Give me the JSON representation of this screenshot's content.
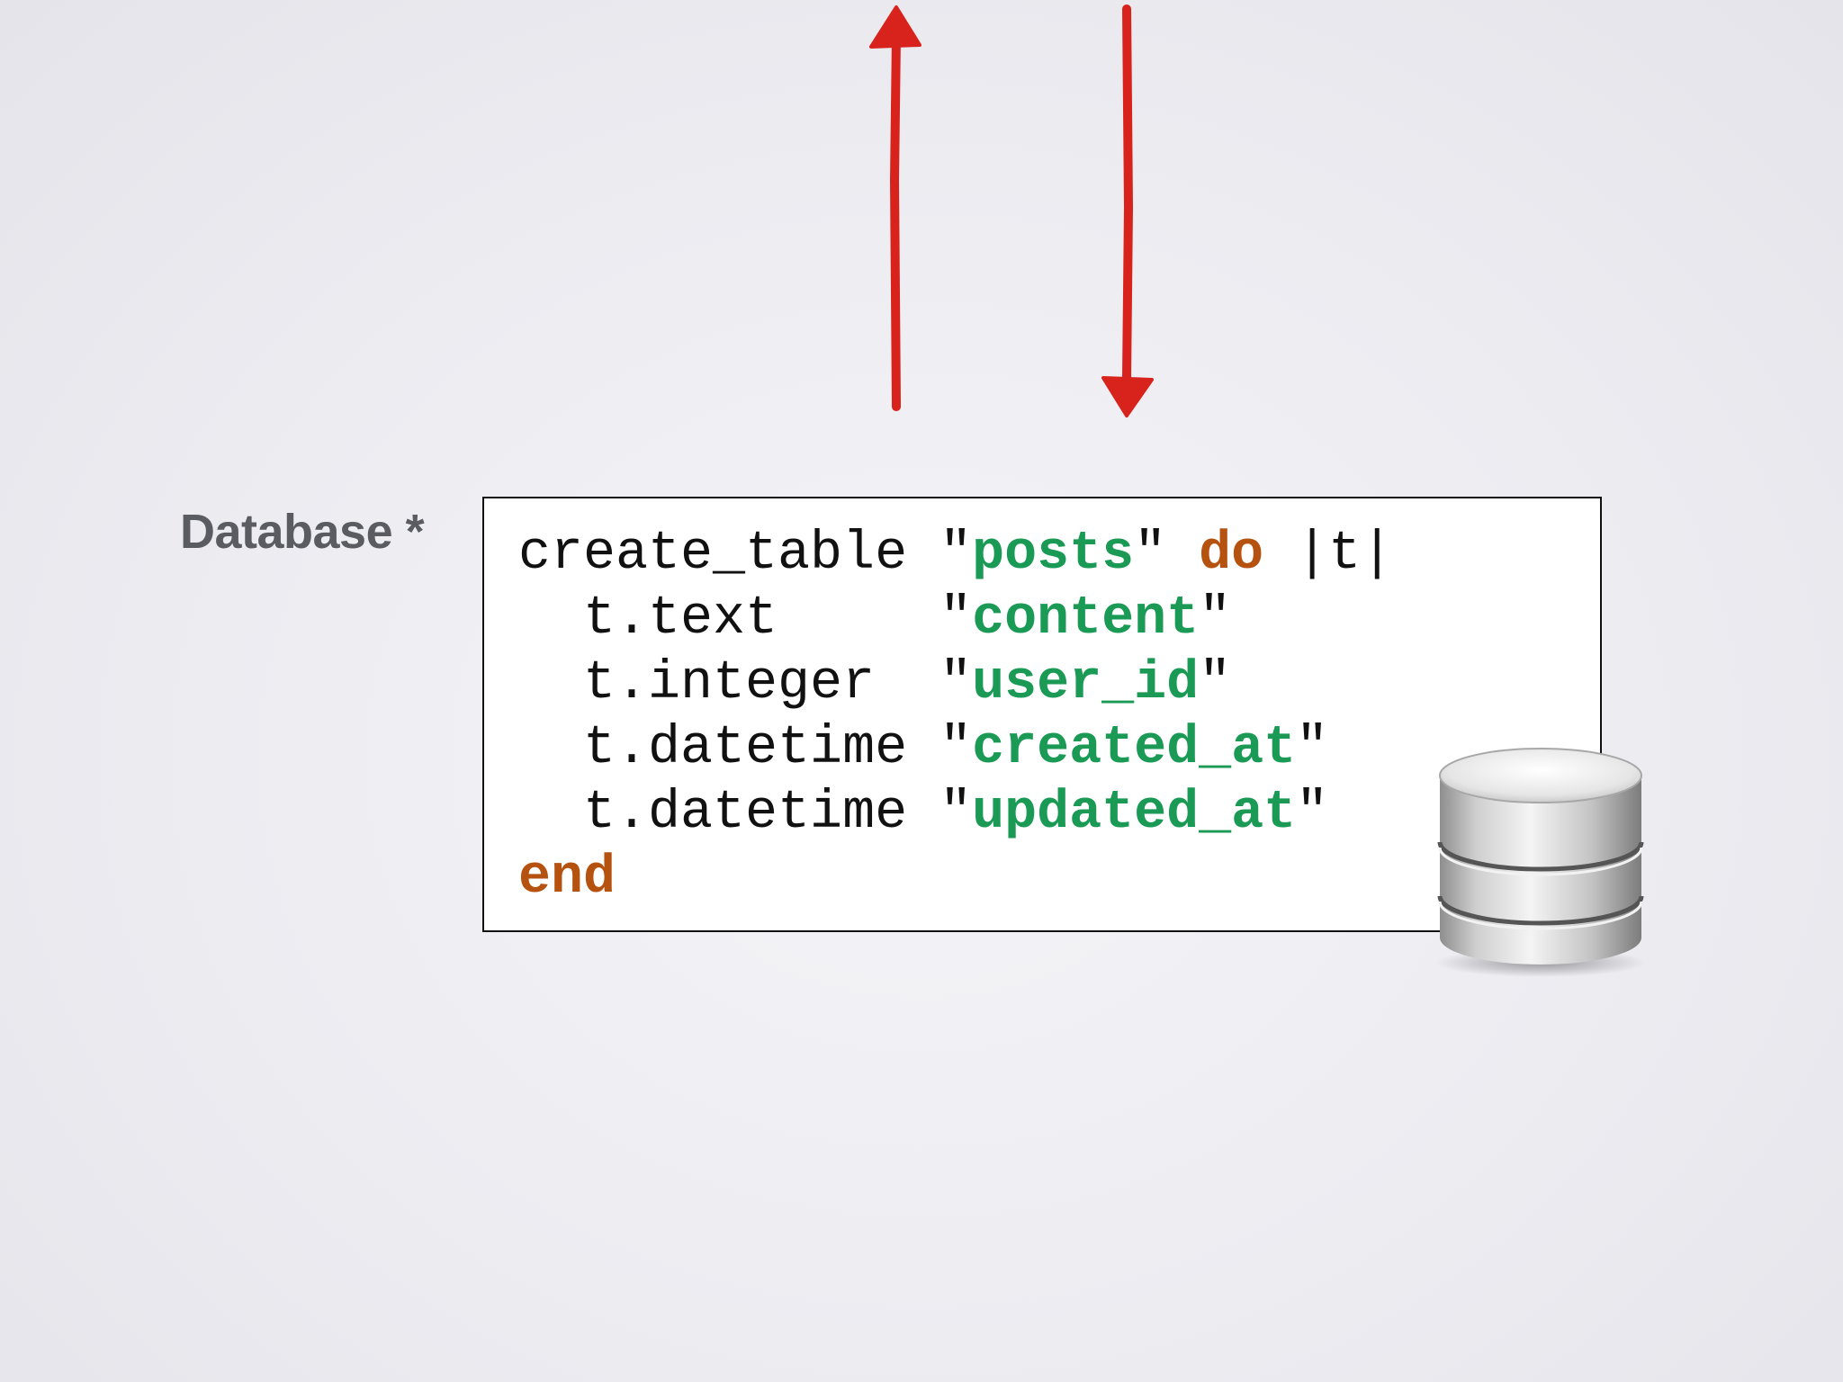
{
  "label": {
    "text": "Database *"
  },
  "code": {
    "line1": {
      "call": "create_table ",
      "quote_open": "\"",
      "table_name": "posts",
      "quote_close": "\"",
      "space": " ",
      "keyword": "do",
      "block_arg": " |t|"
    },
    "columns": [
      {
        "indent": "  ",
        "method": "t.text     ",
        "quote_open": "\"",
        "name": "content",
        "quote_close": "\""
      },
      {
        "indent": "  ",
        "method": "t.integer  ",
        "quote_open": "\"",
        "name": "user_id",
        "quote_close": "\""
      },
      {
        "indent": "  ",
        "method": "t.datetime ",
        "quote_open": "\"",
        "name": "created_at",
        "quote_close": "\""
      },
      {
        "indent": "  ",
        "method": "t.datetime ",
        "quote_open": "\"",
        "name": "updated_at",
        "quote_close": "\""
      }
    ],
    "end_keyword": "end"
  },
  "colors": {
    "arrow": "#d8231c",
    "keyword": "#b5520f",
    "string": "#1a9a55",
    "label": "#5a5c61"
  },
  "icons": {
    "arrow_up": "arrow-up-icon",
    "arrow_down": "arrow-down-icon",
    "database": "database-icon"
  }
}
